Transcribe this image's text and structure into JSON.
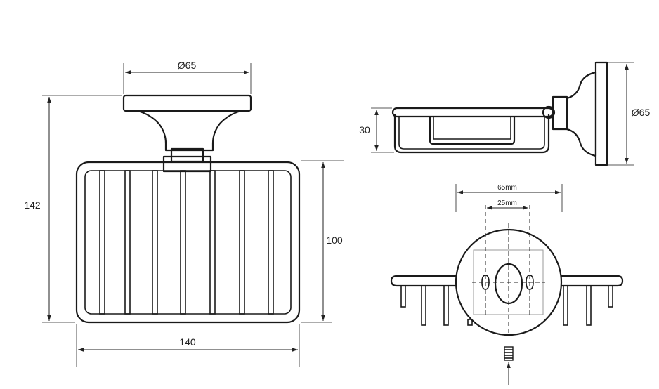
{
  "dimensions": {
    "front_top_diameter": "Ø65",
    "front_overall_height": "142",
    "front_basket_height": "100",
    "front_basket_width": "140",
    "side_depth": "30",
    "side_plate_diameter": "Ø65",
    "rear_hole_spacing_outer": "65mm",
    "rear_hole_spacing_inner": "25mm"
  }
}
